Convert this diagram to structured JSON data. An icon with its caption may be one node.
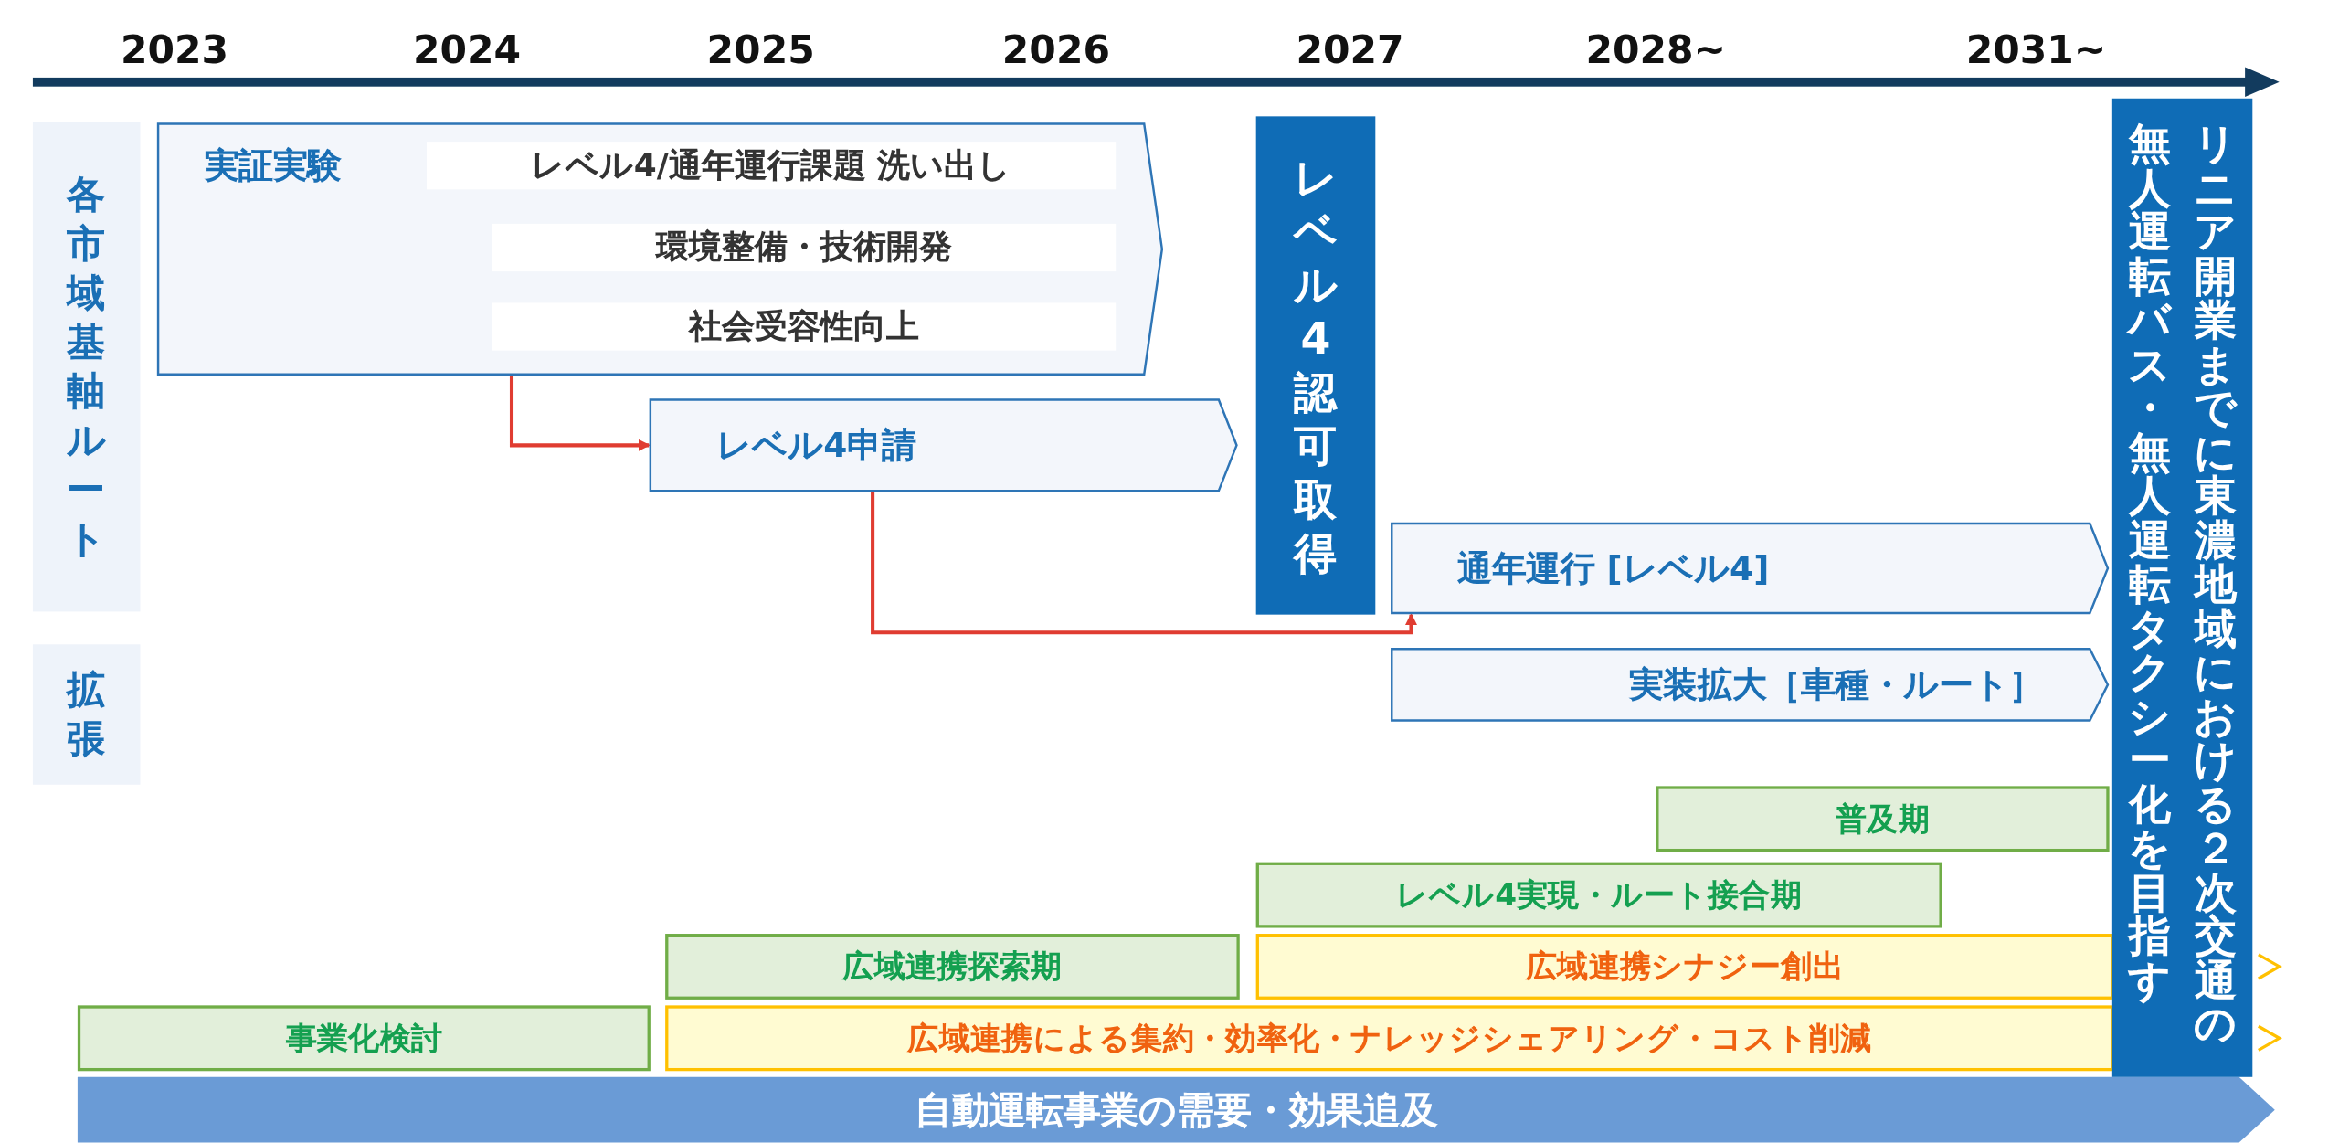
{
  "diagram": {
    "nodes": [
      {
        "text": [
          "各市域基軸ルート"
        ]
      },
      {
        "text": [
          "実証実験"
        ]
      },
      {
        "text": [
          "レベル4/通年運行課題 洗い出し"
        ],
        "in": 1
      },
      {
        "text": [
          "環境整備・技術開発"
        ],
        "in": 1
      },
      {
        "text": [
          "社会受容性向上"
        ],
        "in": 1
      },
      {
        "text": [
          "レベル4申請"
        ]
      },
      {
        "text": [
          "レベル4認可取得"
        ]
      },
      {
        "text": [
          "通年運行 [レベル4]"
        ]
      },
      {
        "text": [
          "拡張"
        ]
      },
      {
        "text": [
          "実装拡大［車種・ルート］"
        ]
      },
      {
        "text": [
          "普及期"
        ]
      },
      {
        "text": [
          "レベル4実現・ルート接合期"
        ]
      },
      {
        "text": [
          "広域連携探索期"
        ]
      },
      {
        "text": [
          "広域連携シナジー創出"
        ]
      },
      {
        "text": [
          "事業化検討"
        ]
      },
      {
        "text": [
          "広域連携による集約・効率化・ナレッジシェアリング・コスト削減"
        ]
      },
      {
        "text": [
          "自動運転事業の需要・効果追及"
        ]
      },
      {
        "text": [
          "リニア開業までに東濃地域における２次交通の無人運転バス・無人運転タクシー化を目指す"
        ]
      },
      {
        "text": [],
        "shape": "chevron"
      },
      {
        "text": [],
        "shape": "chevron"
      }
    ],
    "edges": [
      {
        "from": 1,
        "to": 5,
        "arrow": "to"
      },
      {
        "from": 5,
        "to": 7,
        "arrow": "to"
      }
    ],
    "labels": [
      "2023",
      "2024",
      "2025",
      "2026",
      "2027",
      "2028~",
      "2031~"
    ]
  }
}
